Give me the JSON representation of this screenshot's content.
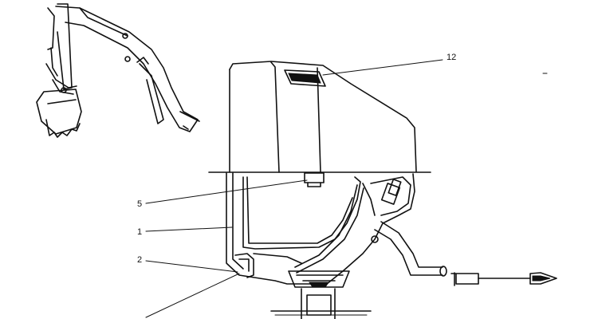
{
  "callouts": [
    {
      "id": "12",
      "label": "12"
    },
    {
      "id": "5",
      "label": "5"
    },
    {
      "id": "1",
      "label": "1"
    },
    {
      "id": "2",
      "label": "2"
    }
  ]
}
